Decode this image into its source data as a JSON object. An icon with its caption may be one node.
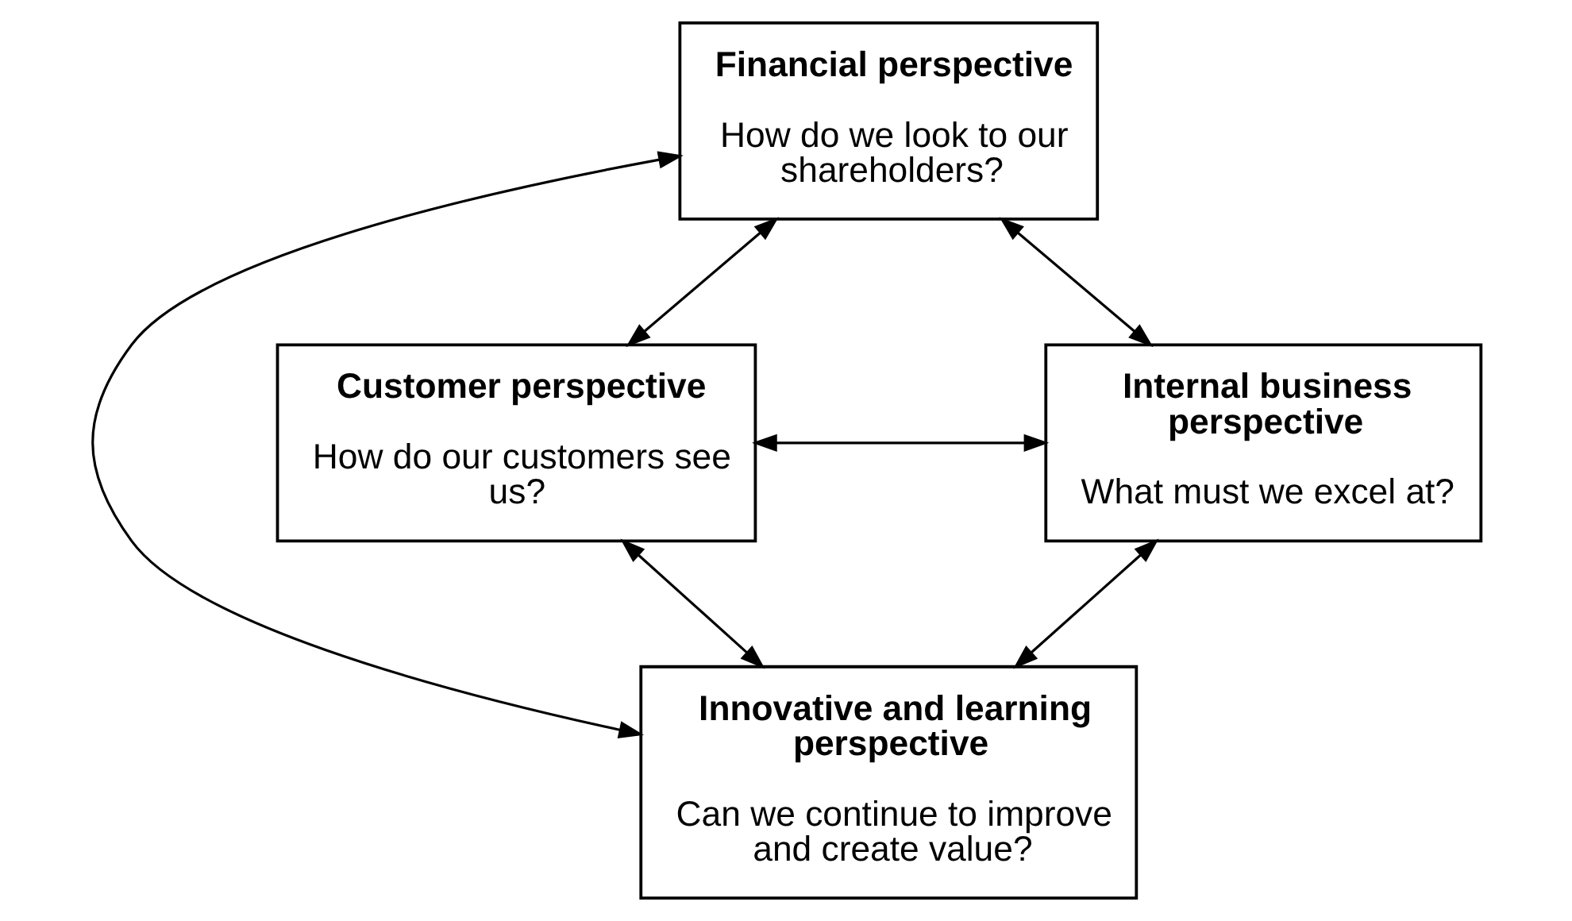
{
  "diagram": {
    "nodes": [
      {
        "text": [
          "Financial perspective",
          "How do we look to our shareholders?"
        ]
      },
      {
        "text": [
          "Customer perspective",
          "How do our customers see us?"
        ]
      },
      {
        "text": [
          "Internal business perspective",
          "What must we excel at?"
        ]
      },
      {
        "text": [
          "Innovative and learning perspective",
          "Can we continue to improve and create value?"
        ]
      }
    ],
    "edges": [
      {
        "from": 1,
        "to": 0,
        "arrow": "both"
      },
      {
        "from": 0,
        "to": 2,
        "arrow": "both"
      },
      {
        "from": 0,
        "to": 3,
        "arrow": "both"
      },
      {
        "from": 1,
        "to": 2,
        "arrow": "both"
      },
      {
        "from": 1,
        "to": 3,
        "arrow": "both"
      },
      {
        "from": 3,
        "to": 2,
        "arrow": "both"
      }
    ]
  }
}
